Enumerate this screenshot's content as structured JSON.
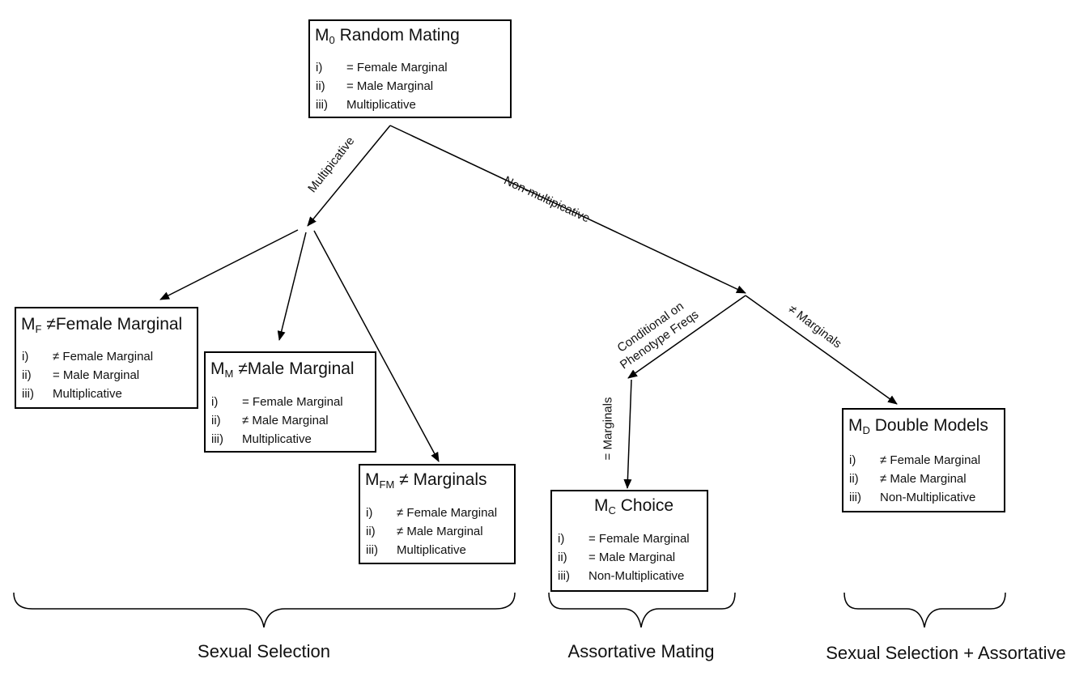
{
  "nodes": {
    "m0": {
      "title_letter": "M",
      "title_sub": "0",
      "title_rest": "Random Mating",
      "items": [
        {
          "num": "i)",
          "text": "= Female Marginal"
        },
        {
          "num": "ii)",
          "text": "= Male Marginal"
        },
        {
          "num": "iii)",
          "text": "Multiplicative"
        }
      ]
    },
    "mf": {
      "title_letter": "M",
      "title_sub": "F",
      "title_rest": "≠Female Marginal",
      "items": [
        {
          "num": "i)",
          "text": "≠ Female Marginal"
        },
        {
          "num": "ii)",
          "text": "= Male Marginal"
        },
        {
          "num": "iii)",
          "text": "Multiplicative"
        }
      ]
    },
    "mm": {
      "title_letter": "M",
      "title_sub": "M",
      "title_rest": "≠Male Marginal",
      "items": [
        {
          "num": "i)",
          "text": "= Female Marginal"
        },
        {
          "num": "ii)",
          "text": "≠ Male Marginal"
        },
        {
          "num": "iii)",
          "text": "Multiplicative"
        }
      ]
    },
    "mfm": {
      "title_letter": "M",
      "title_sub": "FM",
      "title_rest": "≠ Marginals",
      "items": [
        {
          "num": "i)",
          "text": "≠ Female Marginal"
        },
        {
          "num": "ii)",
          "text": "≠ Male Marginal"
        },
        {
          "num": "iii)",
          "text": "Multiplicative"
        }
      ]
    },
    "mc": {
      "title_letter": "M",
      "title_sub": "C",
      "title_rest": "Choice",
      "items": [
        {
          "num": "i)",
          "text": "= Female Marginal"
        },
        {
          "num": "ii)",
          "text": "= Male Marginal"
        },
        {
          "num": "iii)",
          "text": "Non-Multiplicative"
        }
      ]
    },
    "md": {
      "title_letter": "M",
      "title_sub": "D",
      "title_rest": "Double Models",
      "items": [
        {
          "num": "i)",
          "text": "≠ Female Marginal"
        },
        {
          "num": "ii)",
          "text": "≠ Male Marginal"
        },
        {
          "num": "iii)",
          "text": "Non-Multiplicative"
        }
      ]
    }
  },
  "edge_labels": {
    "multiplicative": "Multipicative",
    "non_multiplicative": "Non-multipicative",
    "conditional_line1": "Conditional on",
    "conditional_line2": "Phenotype Freqs",
    "neq_marginals": "≠  Marginals",
    "eq_marginals": "= Marginals"
  },
  "groups": {
    "sexual_selection": "Sexual Selection",
    "assortative_mating": "Assortative Mating",
    "combined": "Sexual Selection + Assortative"
  }
}
